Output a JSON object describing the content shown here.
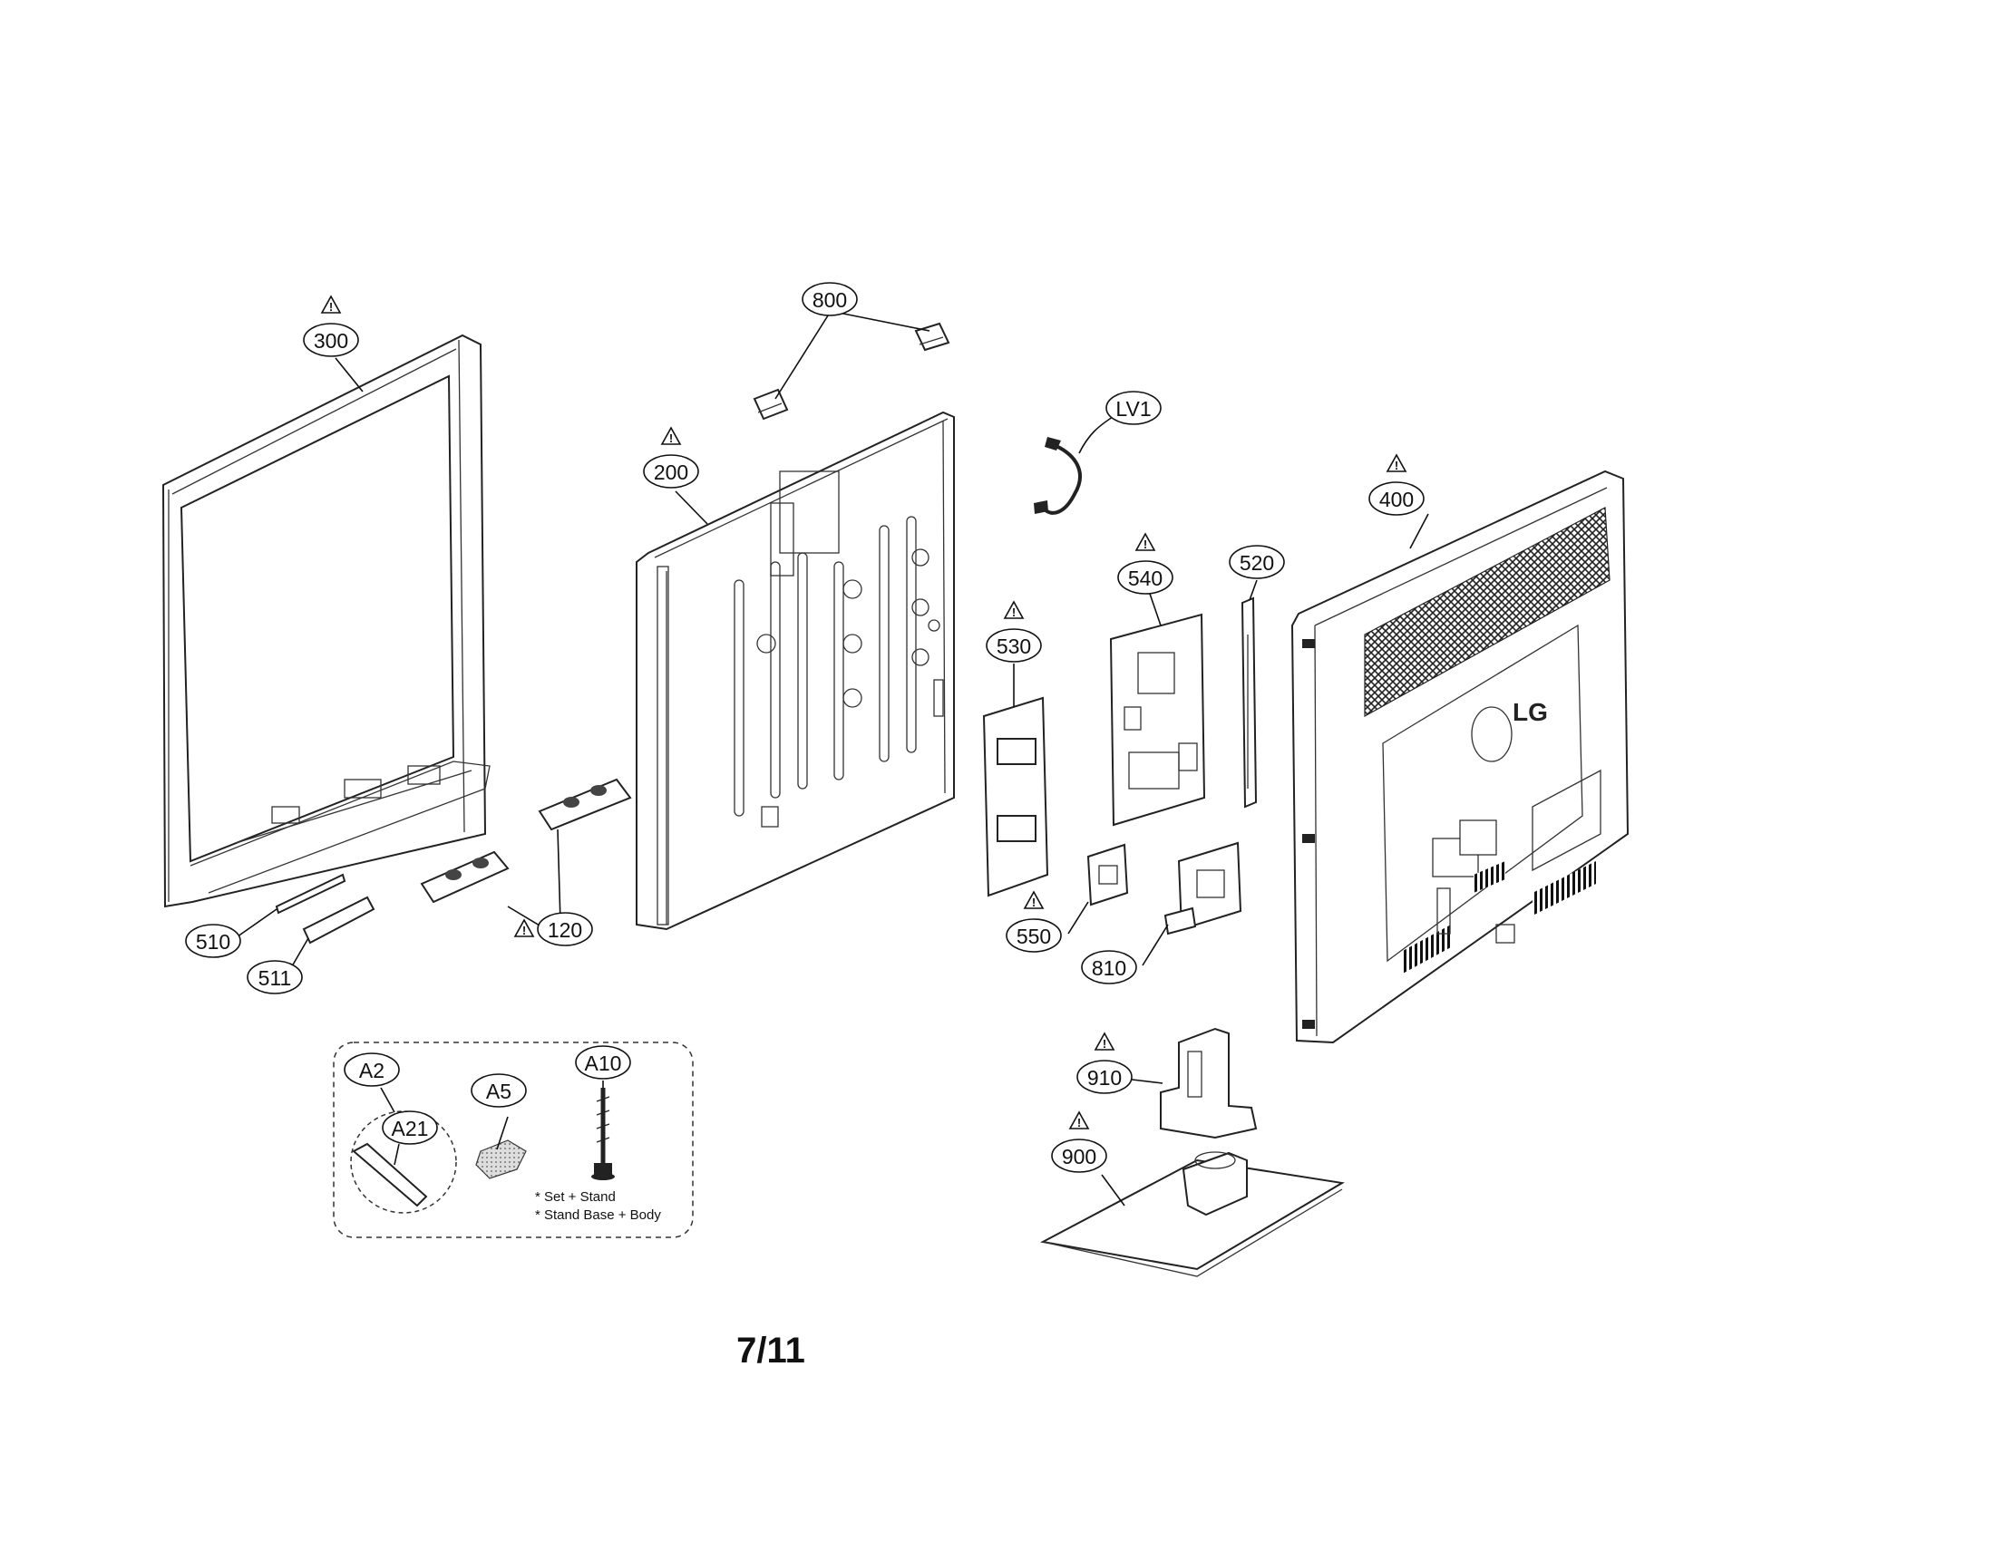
{
  "callouts": [
    {
      "id": "c300",
      "label": "300",
      "warn": true
    },
    {
      "id": "c200",
      "label": "200",
      "warn": true
    },
    {
      "id": "c800",
      "label": "800",
      "warn": false
    },
    {
      "id": "cLV1",
      "label": "LV1",
      "warn": false
    },
    {
      "id": "c400",
      "label": "400",
      "warn": true
    },
    {
      "id": "c540",
      "label": "540",
      "warn": true
    },
    {
      "id": "c520",
      "label": "520",
      "warn": false
    },
    {
      "id": "c530",
      "label": "530",
      "warn": true
    },
    {
      "id": "c510",
      "label": "510",
      "warn": false
    },
    {
      "id": "c511",
      "label": "511",
      "warn": false
    },
    {
      "id": "c120",
      "label": "120",
      "warn": true
    },
    {
      "id": "c550",
      "label": "550",
      "warn": true
    },
    {
      "id": "c810",
      "label": "810",
      "warn": false
    },
    {
      "id": "c910",
      "label": "910",
      "warn": true
    },
    {
      "id": "c900",
      "label": "900",
      "warn": true
    },
    {
      "id": "cA2",
      "label": "A2",
      "warn": false
    },
    {
      "id": "cA21",
      "label": "A21",
      "warn": false
    },
    {
      "id": "cA5",
      "label": "A5",
      "warn": false
    },
    {
      "id": "cA10",
      "label": "A10",
      "warn": false
    }
  ],
  "accessory_notes": [
    "* Set + Stand",
    "* Stand Base + Body"
  ],
  "logo_text": "LG",
  "page_number": "7/11"
}
